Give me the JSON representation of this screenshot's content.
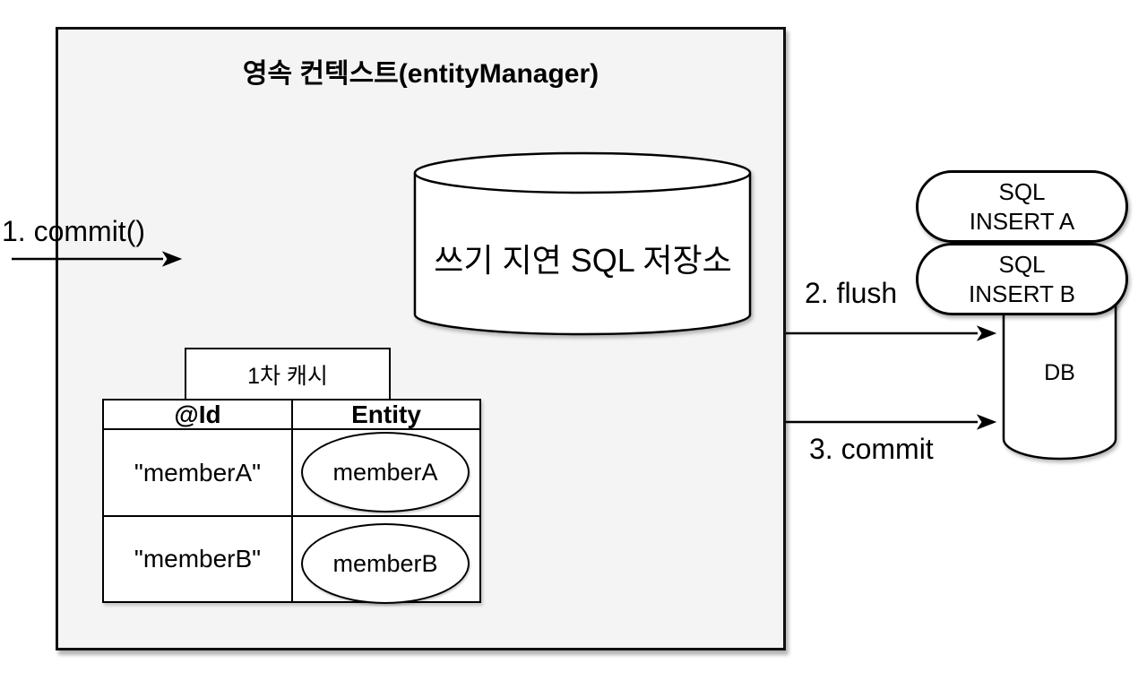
{
  "diagram": {
    "context_box": {
      "title": "영속 컨텍스트(entityManager)"
    },
    "write_behind_store": {
      "label": "쓰기 지연 SQL 저장소"
    },
    "first_level_cache": {
      "tab_label": "1차 캐시",
      "headers": [
        "@Id",
        "Entity"
      ],
      "rows": [
        {
          "id": "\"memberA\"",
          "entity": "memberA"
        },
        {
          "id": "\"memberB\"",
          "entity": "memberB"
        }
      ]
    },
    "sql_queue": [
      {
        "line1": "SQL",
        "line2": "INSERT A"
      },
      {
        "line1": "SQL",
        "line2": "INSERT B"
      }
    ],
    "db": {
      "label": "DB"
    },
    "arrows": {
      "commit_in": "1. commit()",
      "flush": "2. flush",
      "commit_out": "3. commit"
    }
  },
  "colors": {
    "background": "#ffffff",
    "context_box_fill": "#f4f4f4",
    "shape_fill": "#ffffff",
    "stroke": "#000000"
  }
}
